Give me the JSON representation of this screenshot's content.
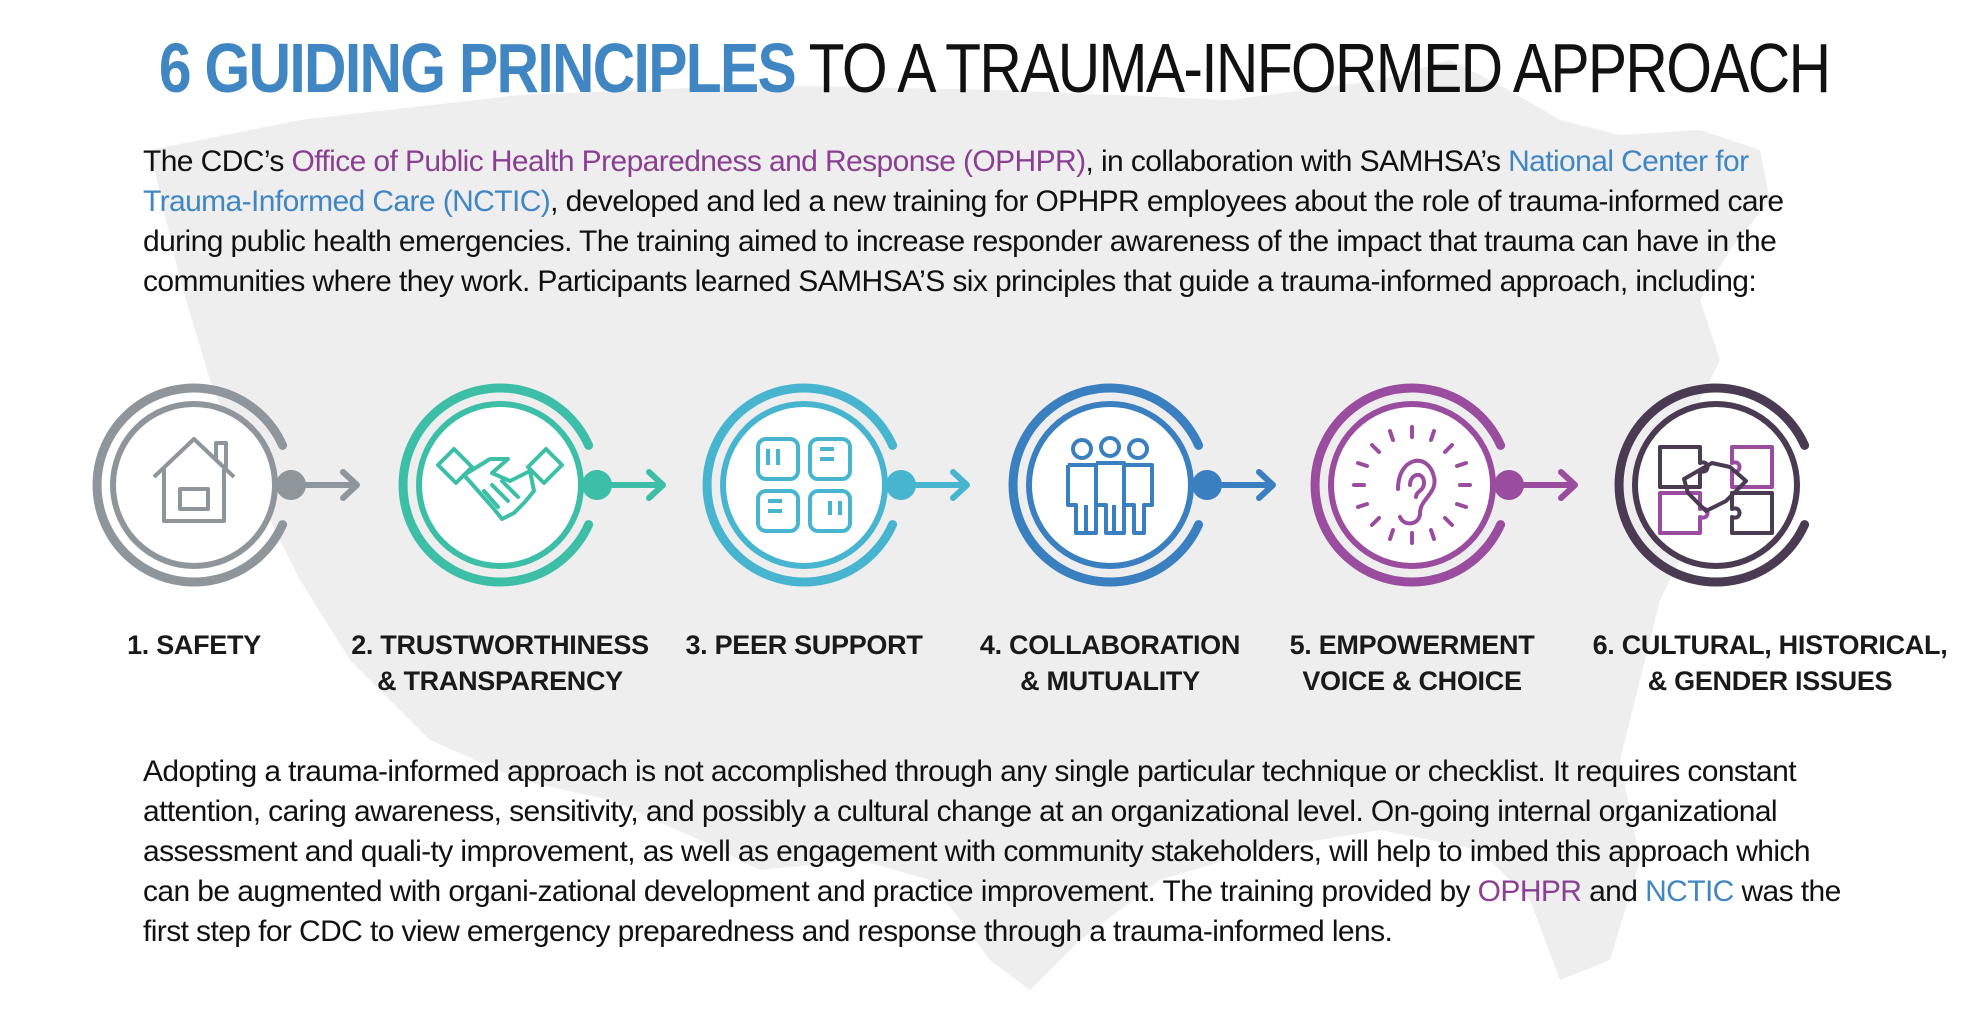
{
  "header": {
    "title_accent": "6 GUIDING PRINCIPLES",
    "title_rest": " TO A TRAUMA-INFORMED APPROACH"
  },
  "intro": {
    "t1": "The CDC’s ",
    "link1": "Office of Public Health Preparedness and Response (OPHPR)",
    "t2": ", in collaboration with SAMHSA’s ",
    "link2": "National Center for Trauma-Informed Care (NCTIC)",
    "t3": ", developed and led a new training for OPHPR employees about the role of trauma-informed care during public health emergencies. The training aimed to increase responder awareness of the impact that trauma can have in the communities where they work. Participants learned SAMHSA’S six principles that guide a trauma-informed approach, including:"
  },
  "principles": [
    {
      "line1": "1. SAFETY",
      "line2": "",
      "icon": "house-icon",
      "color": "#8e959b"
    },
    {
      "line1": "2. TRUSTWORTHINESS",
      "line2": "& TRANSPARENCY",
      "icon": "handshake-icon",
      "color": "#3cbfa6"
    },
    {
      "line1": "3. PEER SUPPORT",
      "line2": "",
      "icon": "joined-hands-icon",
      "color": "#47b5cf"
    },
    {
      "line1": "4. COLLABORATION",
      "line2": "& MUTUALITY",
      "icon": "people-group-icon",
      "color": "#3a7fc0"
    },
    {
      "line1": "5. EMPOWERMENT",
      "line2": "VOICE & CHOICE",
      "icon": "ear-icon",
      "color": "#9a4c9e"
    },
    {
      "line1": "6. CULTURAL, HISTORICAL,",
      "line2": "& GENDER ISSUES",
      "icon": "puzzle-handshake-icon",
      "color": "#4a3a52"
    }
  ],
  "closing": {
    "t1": "Adopting a trauma-informed approach is not accomplished through any single particular technique or checklist. It requires constant attention, caring awareness, sensitivity, and possibly a cultural change at an organizational level. On-going internal organizational assessment and quali-ty improvement, as well as engagement with community stakeholders, will help to imbed this approach which can be augmented with organi-zational development and practice improvement. The training provided by ",
    "link1": "OPHPR",
    "t2": " and ",
    "link2": "NCTIC",
    "t3": " was the first step for CDC to view emergency preparedness and response through a trauma-informed lens."
  },
  "colors": {
    "title_accent": "#3f86c2",
    "link_purple": "#8b3f93",
    "link_blue": "#3f86c2",
    "map_background": "#eeeeee"
  }
}
